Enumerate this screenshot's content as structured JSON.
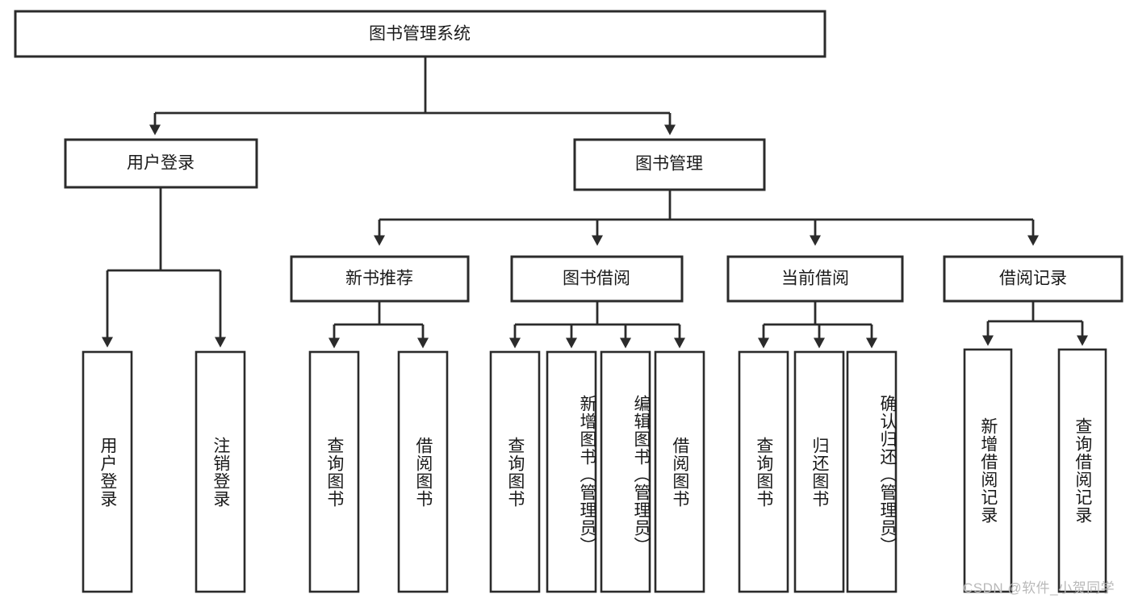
{
  "diagram": {
    "title": "图书管理系统",
    "type": "tree-hierarchy-diagram",
    "root": {
      "label": "图书管理系统"
    },
    "level2": [
      {
        "label": "用户登录"
      },
      {
        "label": "图书管理"
      }
    ],
    "level3": [
      {
        "label": "新书推荐"
      },
      {
        "label": "图书借阅"
      },
      {
        "label": "当前借阅"
      },
      {
        "label": "借阅记录"
      }
    ],
    "leaves": {
      "user_login": [
        {
          "label": "用户登录"
        },
        {
          "label": "注销登录"
        }
      ],
      "new_book_recommend": [
        {
          "label": "查询图书"
        },
        {
          "label": "借阅图书"
        }
      ],
      "book_borrow": [
        {
          "label": "查询图书"
        },
        {
          "label": "新增图书（管理员）"
        },
        {
          "label": "编辑图书（管理员）"
        },
        {
          "label": "借阅图书"
        }
      ],
      "current_borrow": [
        {
          "label": "查询图书"
        },
        {
          "label": "归还图书"
        },
        {
          "label": "确认归还（管理员）"
        }
      ],
      "borrow_record": [
        {
          "label": "新增借阅记录"
        },
        {
          "label": "查询借阅记录"
        }
      ]
    },
    "colors": {
      "background": "#ffffff",
      "box_fill": "#ffffff",
      "box_stroke": "#2b2b2b",
      "text": "#1a1a1a",
      "watermark": "#b9b9b9"
    }
  },
  "watermark": {
    "text": "CSDN @软件_小贺同学"
  }
}
